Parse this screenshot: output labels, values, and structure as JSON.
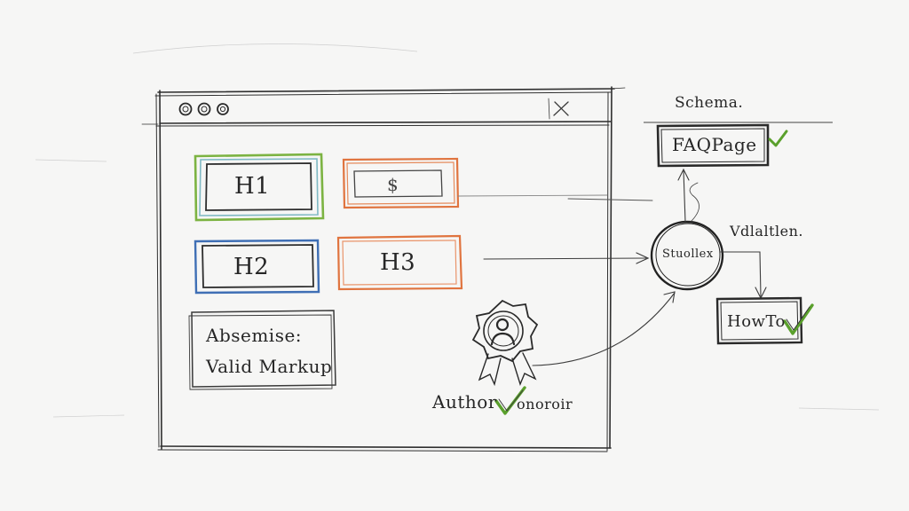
{
  "browser": {
    "close_glyph": "×"
  },
  "headings": {
    "h1": "H1",
    "h2": "H2",
    "h3": "H3",
    "dollar": "$"
  },
  "markup_box": {
    "line1": "Absemise:",
    "line2": "Valid Markup"
  },
  "author": {
    "label": "Author",
    "suffix": "onoroir"
  },
  "schema": {
    "title": "Schema.",
    "faq": "FAQPage",
    "hub": "Stuollex",
    "validation": "Vdlaltlen.",
    "howto": "HowTo"
  },
  "colors": {
    "ink": "#2b2b2b",
    "green": "#7cb342",
    "teal": "#7fb9c4",
    "orange": "#e0743f",
    "blue": "#3f6fb5",
    "check": "#5aa02c"
  }
}
